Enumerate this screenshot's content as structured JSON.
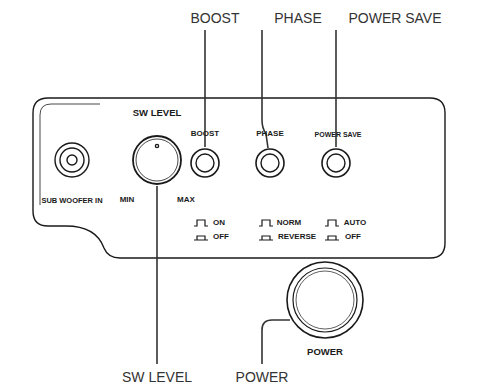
{
  "diagram": {
    "labels": [
      "BOOST",
      "PHASE",
      "POWER SAVE",
      "SW LEVEL",
      "BOOST",
      "PHASE",
      "POWER SAVE",
      "SUB WOOFER IN",
      "MIN",
      "MAX",
      "ON",
      "OFF",
      "NORM",
      "REVERSE",
      "AUTO",
      "OFF",
      "POWER",
      "SW LEVEL",
      "POWER"
    ]
  }
}
